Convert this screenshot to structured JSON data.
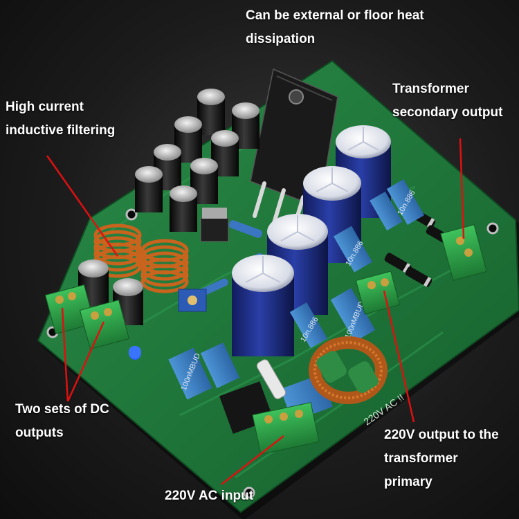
{
  "annotations": {
    "heat": [
      "Can be external or floor heat",
      "dissipation"
    ],
    "inductive": [
      "High current",
      "inductive filtering"
    ],
    "secondary": [
      "Transformer",
      "secondary output"
    ],
    "dc_outputs": [
      "Two sets of DC",
      "outputs"
    ],
    "primary": [
      "220V output to the",
      "transformer",
      "primary"
    ],
    "ac_input": [
      "220V AC input"
    ]
  },
  "board_markings": {
    "cap_a": "100nMBUD",
    "cap_b": "10n.886",
    "cap_c": "100nMBUD",
    "cap_d": "10n.886",
    "cap_e": "10n.886",
    "ac_mark": "220V AC !!"
  },
  "colors": {
    "pcb": "#1f7a3c",
    "annotation_line": "#e01010",
    "terminal": "#2fa84a",
    "film_cap": "#3c7fc0",
    "electrolytic_big": "#1e2f8a",
    "electrolytic_small": "#1a1a1a",
    "copper": "#c8641e"
  }
}
